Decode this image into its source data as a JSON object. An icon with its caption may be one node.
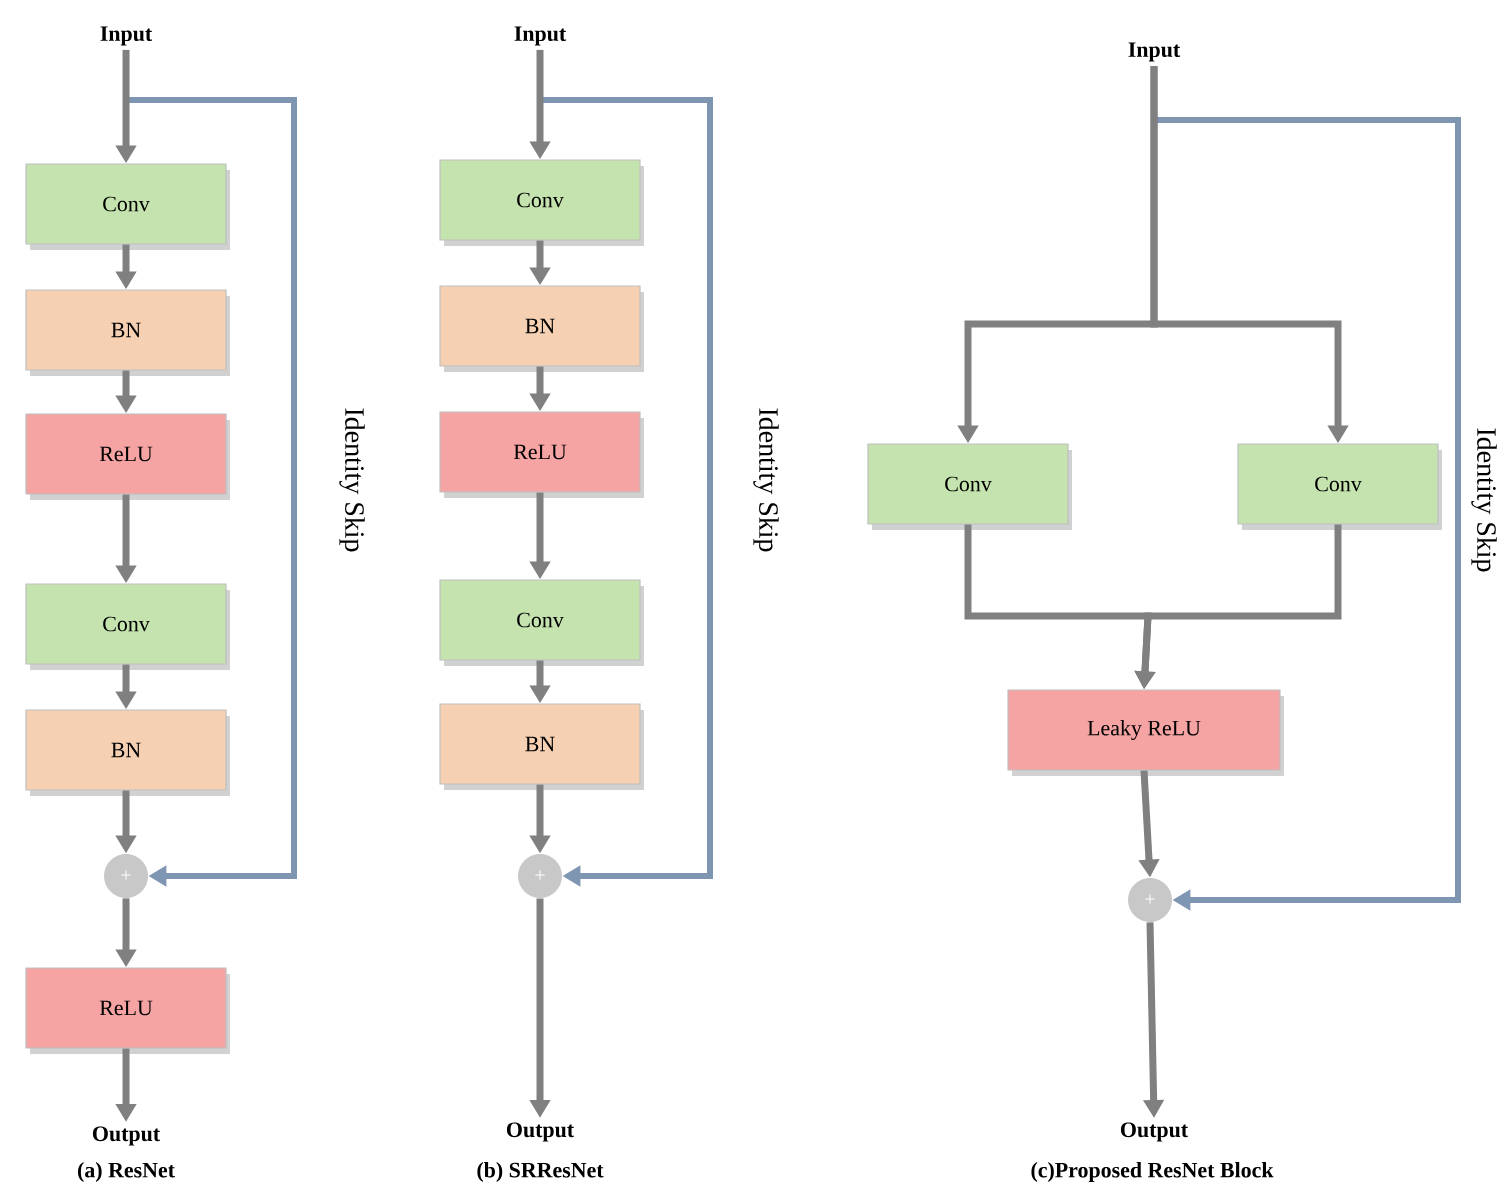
{
  "diagram": {
    "nodes": [
      {
        "text": [
          "Input"
        ]
      },
      {
        "text": [
          "Conv"
        ]
      },
      {
        "text": [
          "BN"
        ]
      },
      {
        "text": [
          "ReLU"
        ]
      },
      {
        "text": [
          "Conv"
        ]
      },
      {
        "text": [
          "BN"
        ]
      },
      {
        "text": [
          "+"
        ]
      },
      {
        "text": [
          "ReLU"
        ]
      },
      {
        "text": [
          "Output"
        ]
      },
      {
        "text": [
          "Input"
        ]
      },
      {
        "text": [
          "Conv"
        ]
      },
      {
        "text": [
          "BN"
        ]
      },
      {
        "text": [
          "ReLU"
        ]
      },
      {
        "text": [
          "Conv"
        ]
      },
      {
        "text": [
          "BN"
        ]
      },
      {
        "text": [
          "+"
        ]
      },
      {
        "text": [
          "Output"
        ]
      },
      {
        "text": [
          "Input"
        ]
      },
      {
        "text": [
          "Conv"
        ]
      },
      {
        "text": [
          "Conv"
        ]
      },
      {
        "text": [
          "Leaky ReLU"
        ]
      },
      {
        "text": [
          "+"
        ]
      },
      {
        "text": [
          "Output"
        ]
      }
    ],
    "edges": [
      {
        "from": 0,
        "to": 1,
        "arrow": "to"
      },
      {
        "from": 1,
        "to": 2,
        "arrow": "to"
      },
      {
        "from": 2,
        "to": 3,
        "arrow": "to"
      },
      {
        "from": 3,
        "to": 4,
        "arrow": "to"
      },
      {
        "from": 4,
        "to": 5,
        "arrow": "to"
      },
      {
        "from": 5,
        "to": 6,
        "arrow": "to"
      },
      {
        "from": 6,
        "to": 7,
        "arrow": "to"
      },
      {
        "from": 7,
        "to": 8,
        "arrow": "to"
      },
      {
        "from": 0,
        "to": 6,
        "arrow": "to",
        "label": "Identity Skip",
        "color": "#7f96b2"
      },
      {
        "from": 9,
        "to": 10,
        "arrow": "to"
      },
      {
        "from": 10,
        "to": 11,
        "arrow": "to"
      },
      {
        "from": 11,
        "to": 12,
        "arrow": "to"
      },
      {
        "from": 12,
        "to": 13,
        "arrow": "to"
      },
      {
        "from": 13,
        "to": 14,
        "arrow": "to"
      },
      {
        "from": 14,
        "to": 15,
        "arrow": "to"
      },
      {
        "from": 15,
        "to": 16,
        "arrow": "to"
      },
      {
        "from": 9,
        "to": 15,
        "arrow": "to",
        "label": "Identity Skip",
        "color": "#7f96b2"
      },
      {
        "from": 17,
        "to": 18,
        "arrow": "to"
      },
      {
        "from": 17,
        "to": 19,
        "arrow": "to"
      },
      {
        "from": 18,
        "to": 20,
        "arrow": "to"
      },
      {
        "from": 19,
        "to": 20,
        "arrow": "to"
      },
      {
        "from": 20,
        "to": 21,
        "arrow": "to"
      },
      {
        "from": 21,
        "to": 22,
        "arrow": "to"
      },
      {
        "from": 17,
        "to": 21,
        "arrow": "to",
        "label": "Identity Skip",
        "color": "#7f96b2"
      }
    ],
    "labels": [
      "(a) ResNet",
      "(b) SRResNet",
      "(c)Proposed ResNet Block"
    ]
  }
}
